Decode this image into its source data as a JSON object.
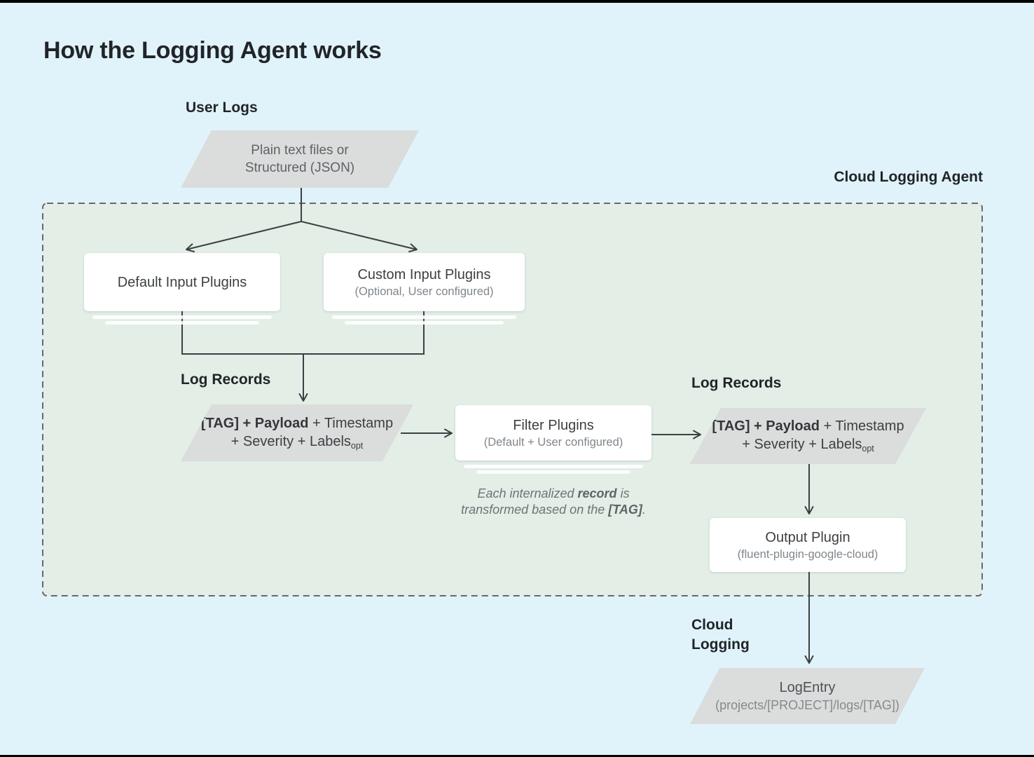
{
  "page": {
    "title": "How the Logging Agent works"
  },
  "labels": {
    "user_logs": "User Logs",
    "cloud_logging_agent": "Cloud Logging Agent",
    "log_records_left": "Log Records",
    "log_records_right": "Log Records",
    "cloud_logging": [
      "Cloud",
      "Logging"
    ]
  },
  "nodes": {
    "user_logs_file": {
      "line1": "Plain text files or",
      "line2": "Structured (JSON)"
    },
    "default_input": {
      "title": "Default Input Plugins"
    },
    "custom_input": {
      "title": "Custom Input Plugins",
      "subtitle": "(Optional, User configured)"
    },
    "log_record_left": {
      "bold": "[TAG] + Payload",
      "tail": " + Timestamp",
      "line2": "+ Severity + Labels",
      "subscript": "opt"
    },
    "filter_plugins": {
      "title": "Filter Plugins",
      "subtitle": "(Default + User configured)"
    },
    "log_record_right": {
      "bold": "[TAG] + Payload",
      "tail": " + Timestamp",
      "line2": "+ Severity + Labels",
      "subscript": "opt"
    },
    "output_plugin": {
      "title": "Output Plugin",
      "subtitle": "(fluent-plugin-google-cloud)"
    },
    "log_entry": {
      "title": "LogEntry",
      "subtitle": "(projects/[PROJECT]/logs/[TAG])"
    }
  },
  "note": {
    "pre": "Each internalized ",
    "bold1": "record",
    "mid": " is transformed based on the ",
    "bold2": "[TAG]",
    "post": "."
  },
  "colors": {
    "background": "#e0f3fb",
    "agent_background": "#e2eee6",
    "shape_fill": "#dbdcdc",
    "card_fill": "#ffffff",
    "line": "#3c4043",
    "dashed_border": "#66696c",
    "text_primary": "#212428",
    "text_secondary": "#5f6368",
    "text_muted": "#80868b"
  }
}
